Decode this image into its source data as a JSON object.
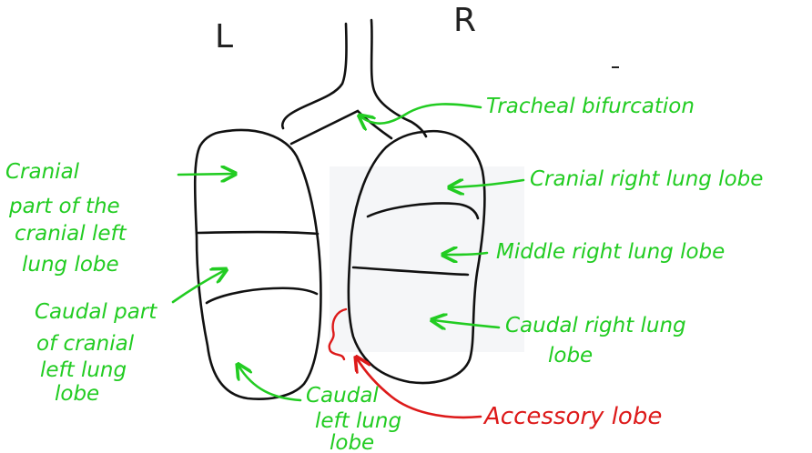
{
  "side_left": "L",
  "side_right": "R",
  "colors": {
    "ink": "#111111",
    "label": "#22cc22",
    "accessory": "#dd1a1a",
    "panel": "#f5f6f8"
  },
  "labels": {
    "tracheal_bifurcation": "Tracheal bifurcation",
    "cranial_part_cranial_left": [
      "Cranial",
      "part of the",
      "cranial left",
      "lung lobe"
    ],
    "caudal_part_cranial_left": [
      "Caudal part",
      "of cranial",
      "left lung",
      "lobe"
    ],
    "caudal_left": [
      "Caudal",
      "left lung",
      "lobe"
    ],
    "cranial_right": "Cranial right lung lobe",
    "middle_right": "Middle right lung lobe",
    "caudal_right": [
      "Caudal right lung",
      "lobe"
    ],
    "accessory": "Accessory lobe"
  }
}
